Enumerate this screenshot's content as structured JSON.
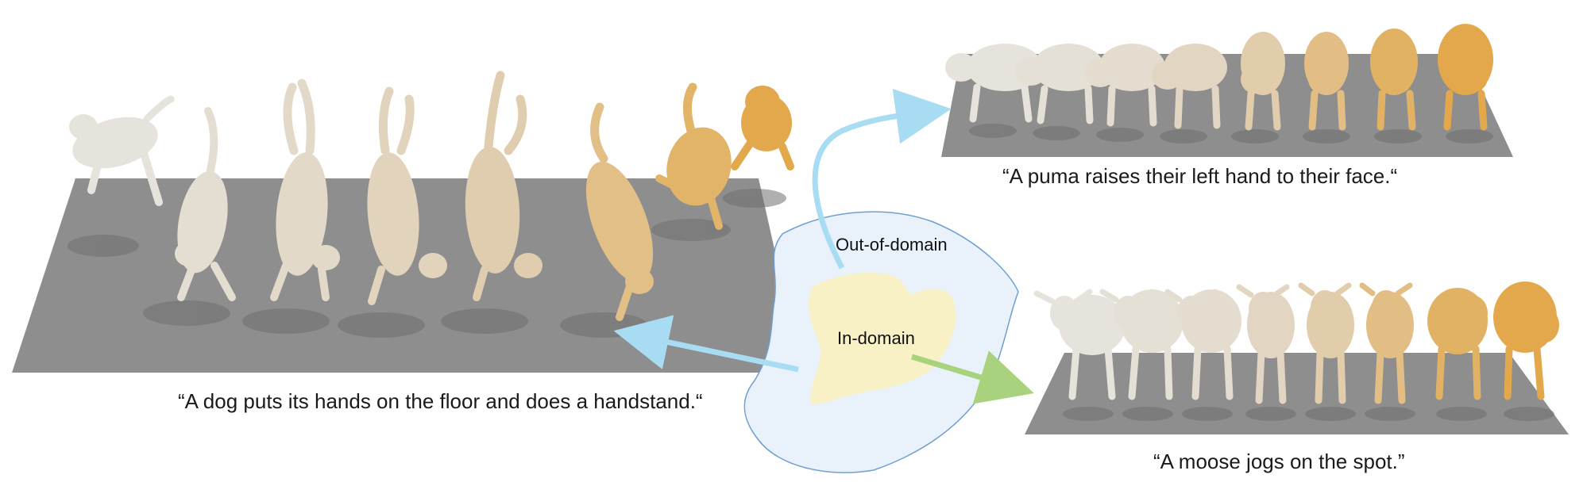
{
  "captions": {
    "dog": "“A dog puts its hands on the floor and does a handstand.“",
    "puma": "“A puma raises their left hand to their face.“",
    "moose": "“A moose jogs on the spot.”"
  },
  "regions": {
    "out_of_domain": "Out-of-domain",
    "in_domain": "In-domain"
  },
  "colors": {
    "background": "#ffffff",
    "floor": "#8e8e8e",
    "animal_start": "#e6e3dc",
    "animal_end": "#e2a84b",
    "out_domain_fill": "#e9f1fb",
    "out_domain_stroke": "#6f9fd0",
    "in_domain_fill": "#f8f1c6",
    "arrow_blue": "#a8dcf3",
    "arrow_green": "#a8d27e"
  },
  "sequences": {
    "dog_frames": 8,
    "puma_frames": 8,
    "moose_frames": 8
  }
}
